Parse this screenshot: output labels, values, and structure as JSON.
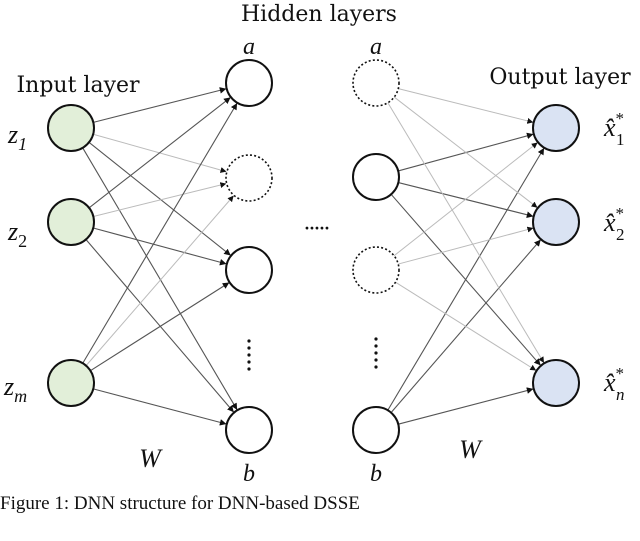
{
  "title": "Hidden layers",
  "input_layer_label": "Input layer",
  "output_layer_label": "Output layer",
  "hidden_top_labels": [
    "a",
    "a"
  ],
  "hidden_bottom_labels": [
    "b",
    "b"
  ],
  "weight_labels": [
    "W",
    "W"
  ],
  "ellipsis_horizontal": "·····",
  "input_nodes": [
    {
      "base": "z",
      "sub": "1"
    },
    {
      "base": "z",
      "sub": "2"
    },
    {
      "base": "z",
      "sub": "m"
    }
  ],
  "output_nodes": [
    {
      "base": "x̂",
      "sub": "1",
      "sup": "*"
    },
    {
      "base": "x̂",
      "sub": "2",
      "sup": "*"
    },
    {
      "base": "x̂",
      "sub": "n",
      "sup": "*"
    }
  ],
  "hidden_layer_1_states": [
    "active",
    "dropped",
    "active",
    "active"
  ],
  "hidden_layer_2_states": [
    "dropped",
    "active",
    "dropped",
    "active"
  ],
  "caption": "Figure 1: DNN structure for DNN-based DSSE",
  "colors": {
    "input_fill": "#e2efd9",
    "output_fill": "#dae3f3",
    "node_stroke": "#111111",
    "edge_dark": "#555555",
    "edge_light": "#bbbbbb"
  }
}
